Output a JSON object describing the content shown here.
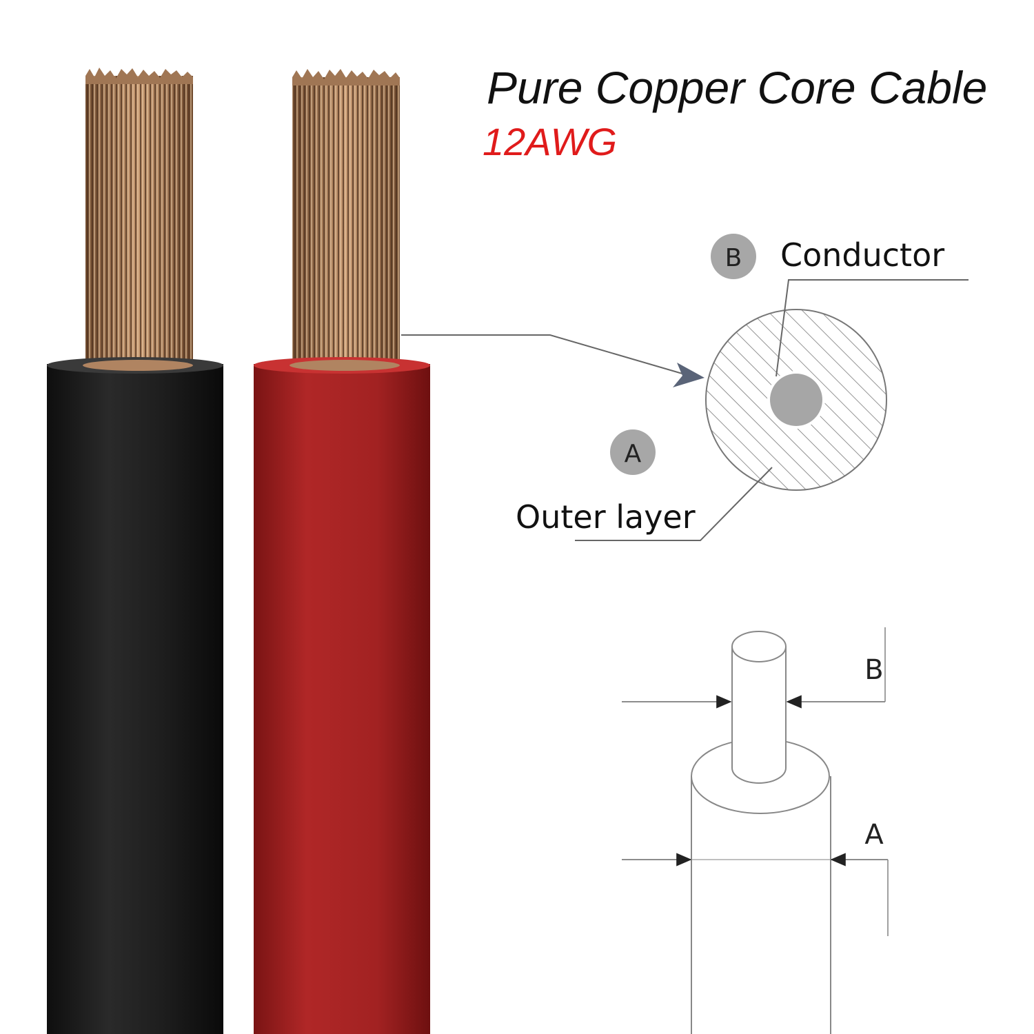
{
  "title": "Pure Copper Core Cable",
  "subtitle": "12AWG",
  "labels": {
    "conductor": "Conductor",
    "outer_layer": "Outer layer"
  },
  "badges": {
    "conductor": "B",
    "outer_layer": "A"
  },
  "dimensions": {
    "conductor_diameter": "B",
    "outer_diameter": "A"
  },
  "colors": {
    "subtitle": "#e01b1b",
    "black_jacket": "#1c1c1c",
    "red_jacket": "#a52424",
    "copper": "#b08461",
    "line": "#555555",
    "badge": "#a7a7a7"
  }
}
